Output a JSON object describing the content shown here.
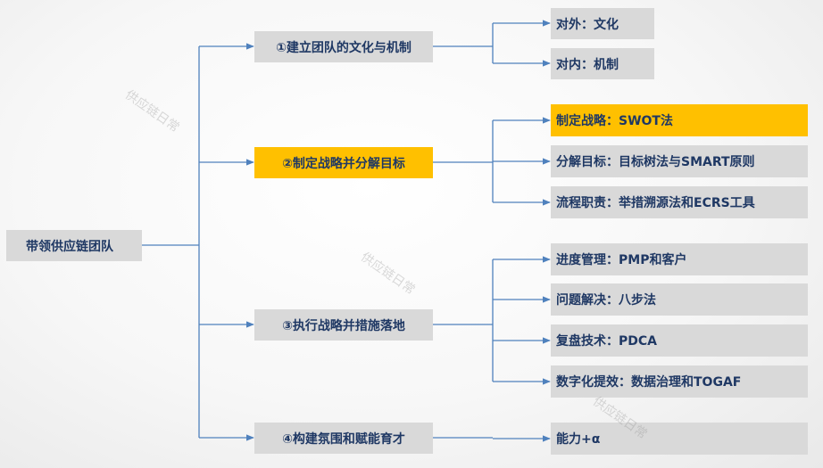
{
  "root": "带领供应链团队",
  "branches": [
    {
      "label": "①建立团队的文化与机制",
      "highlight": false,
      "children": [
        {
          "label": "对外：文化",
          "highlight": false
        },
        {
          "label": "对内：机制",
          "highlight": false
        }
      ]
    },
    {
      "label": "②制定战略并分解目标",
      "highlight": true,
      "children": [
        {
          "label": "制定战略：SWOT法",
          "highlight": true
        },
        {
          "label": "分解目标：目标树法与SMART原则",
          "highlight": false
        },
        {
          "label": "流程职责：举措溯源法和ECRS工具",
          "highlight": false
        }
      ]
    },
    {
      "label": "③执行战略并措施落地",
      "highlight": false,
      "children": [
        {
          "label": "进度管理：PMP和客户",
          "highlight": false
        },
        {
          "label": "问题解决：八步法",
          "highlight": false
        },
        {
          "label": "复盘技术：PDCA",
          "highlight": false
        },
        {
          "label": "数字化提效：数据治理和TOGAF",
          "highlight": false
        }
      ]
    },
    {
      "label": "④构建氛围和赋能育才",
      "highlight": false,
      "children": [
        {
          "label": "能力+α",
          "highlight": false
        }
      ]
    }
  ],
  "watermarks": [
    "供应链日常",
    "供应链日常",
    "供应链日常"
  ],
  "colors": {
    "box": "#d9d9d9",
    "highlight": "#ffc000",
    "text": "#1f3864",
    "connector": "#4f81bd"
  }
}
